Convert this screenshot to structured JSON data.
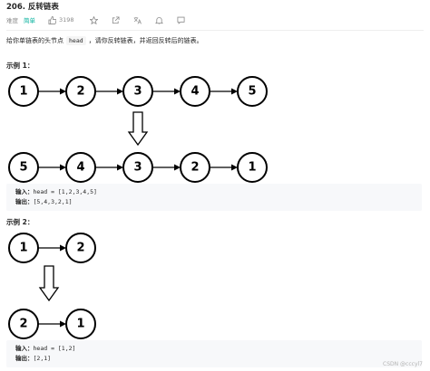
{
  "header": {
    "title": "206. 反转链表",
    "difficulty_label": "难度",
    "difficulty_value": "简单",
    "likes": "3198",
    "icons": [
      "thumbs-up-icon",
      "star-icon",
      "share-icon",
      "translate-icon",
      "bell-icon",
      "comment-icon"
    ]
  },
  "description": {
    "before": "给你单链表的头节点",
    "code": "head",
    "after": "，请你反转链表，并返回反转后的链表。"
  },
  "example1": {
    "title": "示例 1：",
    "input_nodes": [
      "1",
      "2",
      "3",
      "4",
      "5"
    ],
    "output_nodes": [
      "5",
      "4",
      "3",
      "2",
      "1"
    ],
    "input_label": "输入：",
    "input_value": "head = [1,2,3,4,5]",
    "output_label": "输出：",
    "output_value": "[5,4,3,2,1]"
  },
  "example2": {
    "title": "示例 2：",
    "input_nodes": [
      "1",
      "2"
    ],
    "output_nodes": [
      "2",
      "1"
    ],
    "input_label": "输入：",
    "input_value": "head = [1,2]",
    "output_label": "输出：",
    "output_value": "[2,1]"
  },
  "watermark": "CSDN @cccyl7",
  "colors": {
    "accent_easy": "#00af9b",
    "text": "#262626",
    "muted": "#8c8c8c",
    "code_bg": "#f7f8fa"
  }
}
